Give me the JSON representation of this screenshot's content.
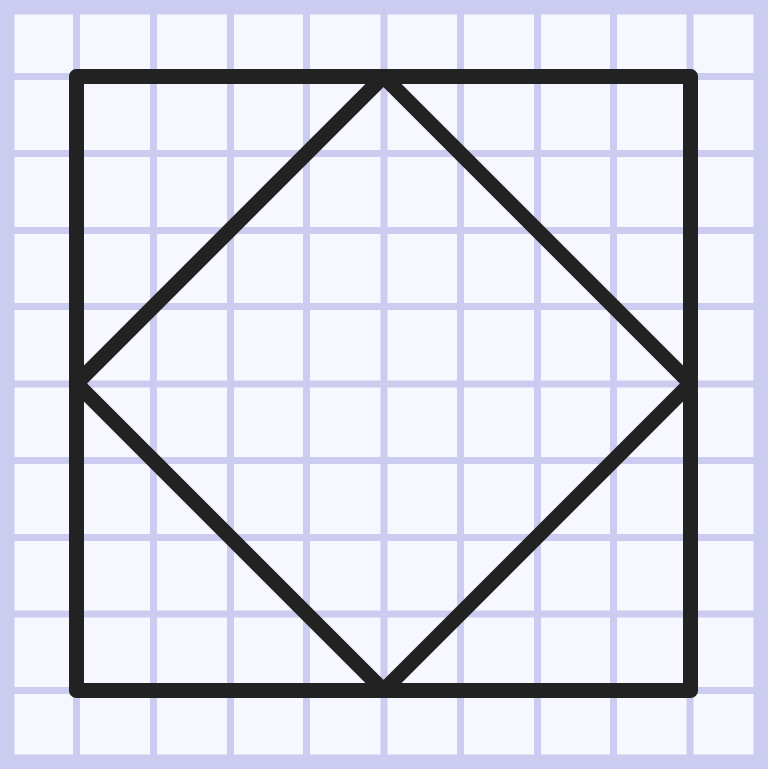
{
  "diagram": {
    "grid": {
      "columns": 10,
      "rows": 10,
      "background_color": "#cccbf0",
      "cell_color": "#f6f7ff",
      "line_color": "#cccbf0"
    },
    "shapes": {
      "outer_square": {
        "vertices": [
          [
            0.1,
            0.1
          ],
          [
            0.9,
            0.1
          ],
          [
            0.9,
            0.9
          ],
          [
            0.1,
            0.9
          ]
        ],
        "stroke_color": "#222222"
      },
      "inner_diamond": {
        "vertices": [
          [
            0.5,
            0.1
          ],
          [
            0.9,
            0.5
          ],
          [
            0.5,
            0.9
          ],
          [
            0.1,
            0.5
          ]
        ],
        "stroke_color": "#222222"
      }
    }
  }
}
